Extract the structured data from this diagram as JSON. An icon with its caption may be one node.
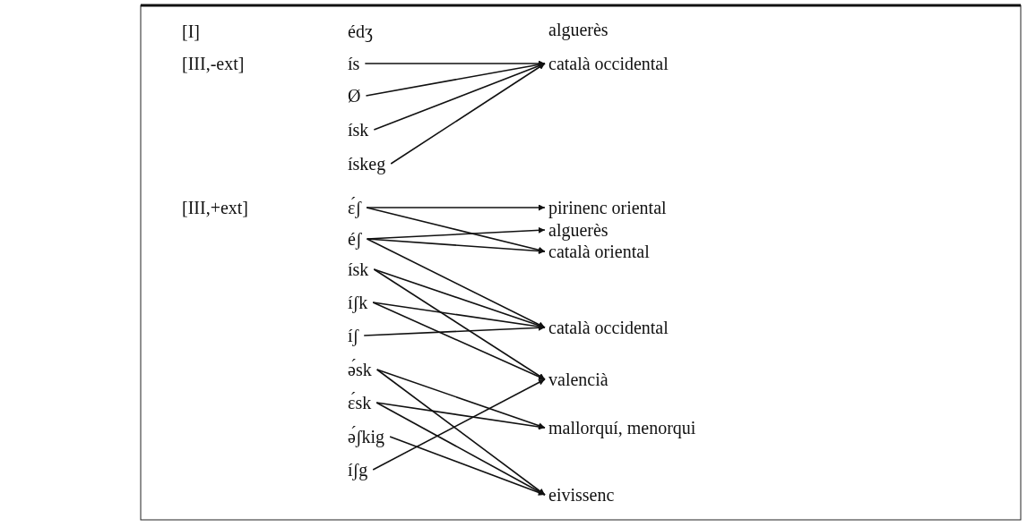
{
  "diagram": {
    "nodes": [
      {
        "text": [
          "édʒ"
        ]
      },
      {
        "text": [
          "ís"
        ]
      },
      {
        "text": [
          "Ø"
        ]
      },
      {
        "text": [
          "ísk"
        ]
      },
      {
        "text": [
          "ískeg"
        ]
      },
      {
        "text": [
          "ɛ́ʃ"
        ]
      },
      {
        "text": [
          "éʃ"
        ]
      },
      {
        "text": [
          "ísk"
        ]
      },
      {
        "text": [
          "íʃk"
        ]
      },
      {
        "text": [
          "íʃ"
        ]
      },
      {
        "text": [
          "ə́sk"
        ]
      },
      {
        "text": [
          "ɛ́sk"
        ]
      },
      {
        "text": [
          "ə́ʃkig"
        ]
      },
      {
        "text": [
          "íʃg"
        ]
      },
      {
        "text": [
          "alguerès"
        ]
      },
      {
        "text": [
          "català occidental"
        ]
      },
      {
        "text": [
          "pirinenc oriental"
        ]
      },
      {
        "text": [
          "alguerès"
        ]
      },
      {
        "text": [
          "català oriental"
        ]
      },
      {
        "text": [
          "català occidental"
        ]
      },
      {
        "text": [
          "valencià"
        ]
      },
      {
        "text": [
          "mallorquí, menorqui"
        ]
      },
      {
        "text": [
          "eivissenc"
        ]
      }
    ],
    "edges": [
      {
        "from": 1,
        "to": 15,
        "arrow": "to"
      },
      {
        "from": 2,
        "to": 15,
        "arrow": "to"
      },
      {
        "from": 3,
        "to": 15,
        "arrow": "to"
      },
      {
        "from": 4,
        "to": 15,
        "arrow": "to"
      },
      {
        "from": 5,
        "to": 16,
        "arrow": "to"
      },
      {
        "from": 5,
        "to": 18,
        "arrow": "to"
      },
      {
        "from": 6,
        "to": 17,
        "arrow": "to"
      },
      {
        "from": 6,
        "to": 18,
        "arrow": "to"
      },
      {
        "from": 6,
        "to": 19,
        "arrow": "to"
      },
      {
        "from": 7,
        "to": 19,
        "arrow": "to"
      },
      {
        "from": 7,
        "to": 20,
        "arrow": "to"
      },
      {
        "from": 8,
        "to": 19,
        "arrow": "to"
      },
      {
        "from": 8,
        "to": 20,
        "arrow": "to"
      },
      {
        "from": 9,
        "to": 19,
        "arrow": "to"
      },
      {
        "from": 10,
        "to": 21,
        "arrow": "to"
      },
      {
        "from": 10,
        "to": 22,
        "arrow": "to"
      },
      {
        "from": 11,
        "to": 21,
        "arrow": "to"
      },
      {
        "from": 11,
        "to": 22,
        "arrow": "to"
      },
      {
        "from": 12,
        "to": 22,
        "arrow": "to"
      },
      {
        "from": 13,
        "to": 20,
        "arrow": "to"
      }
    ],
    "labels": [
      "[I]",
      "[III,-ext]",
      "[III,+ext]"
    ]
  }
}
